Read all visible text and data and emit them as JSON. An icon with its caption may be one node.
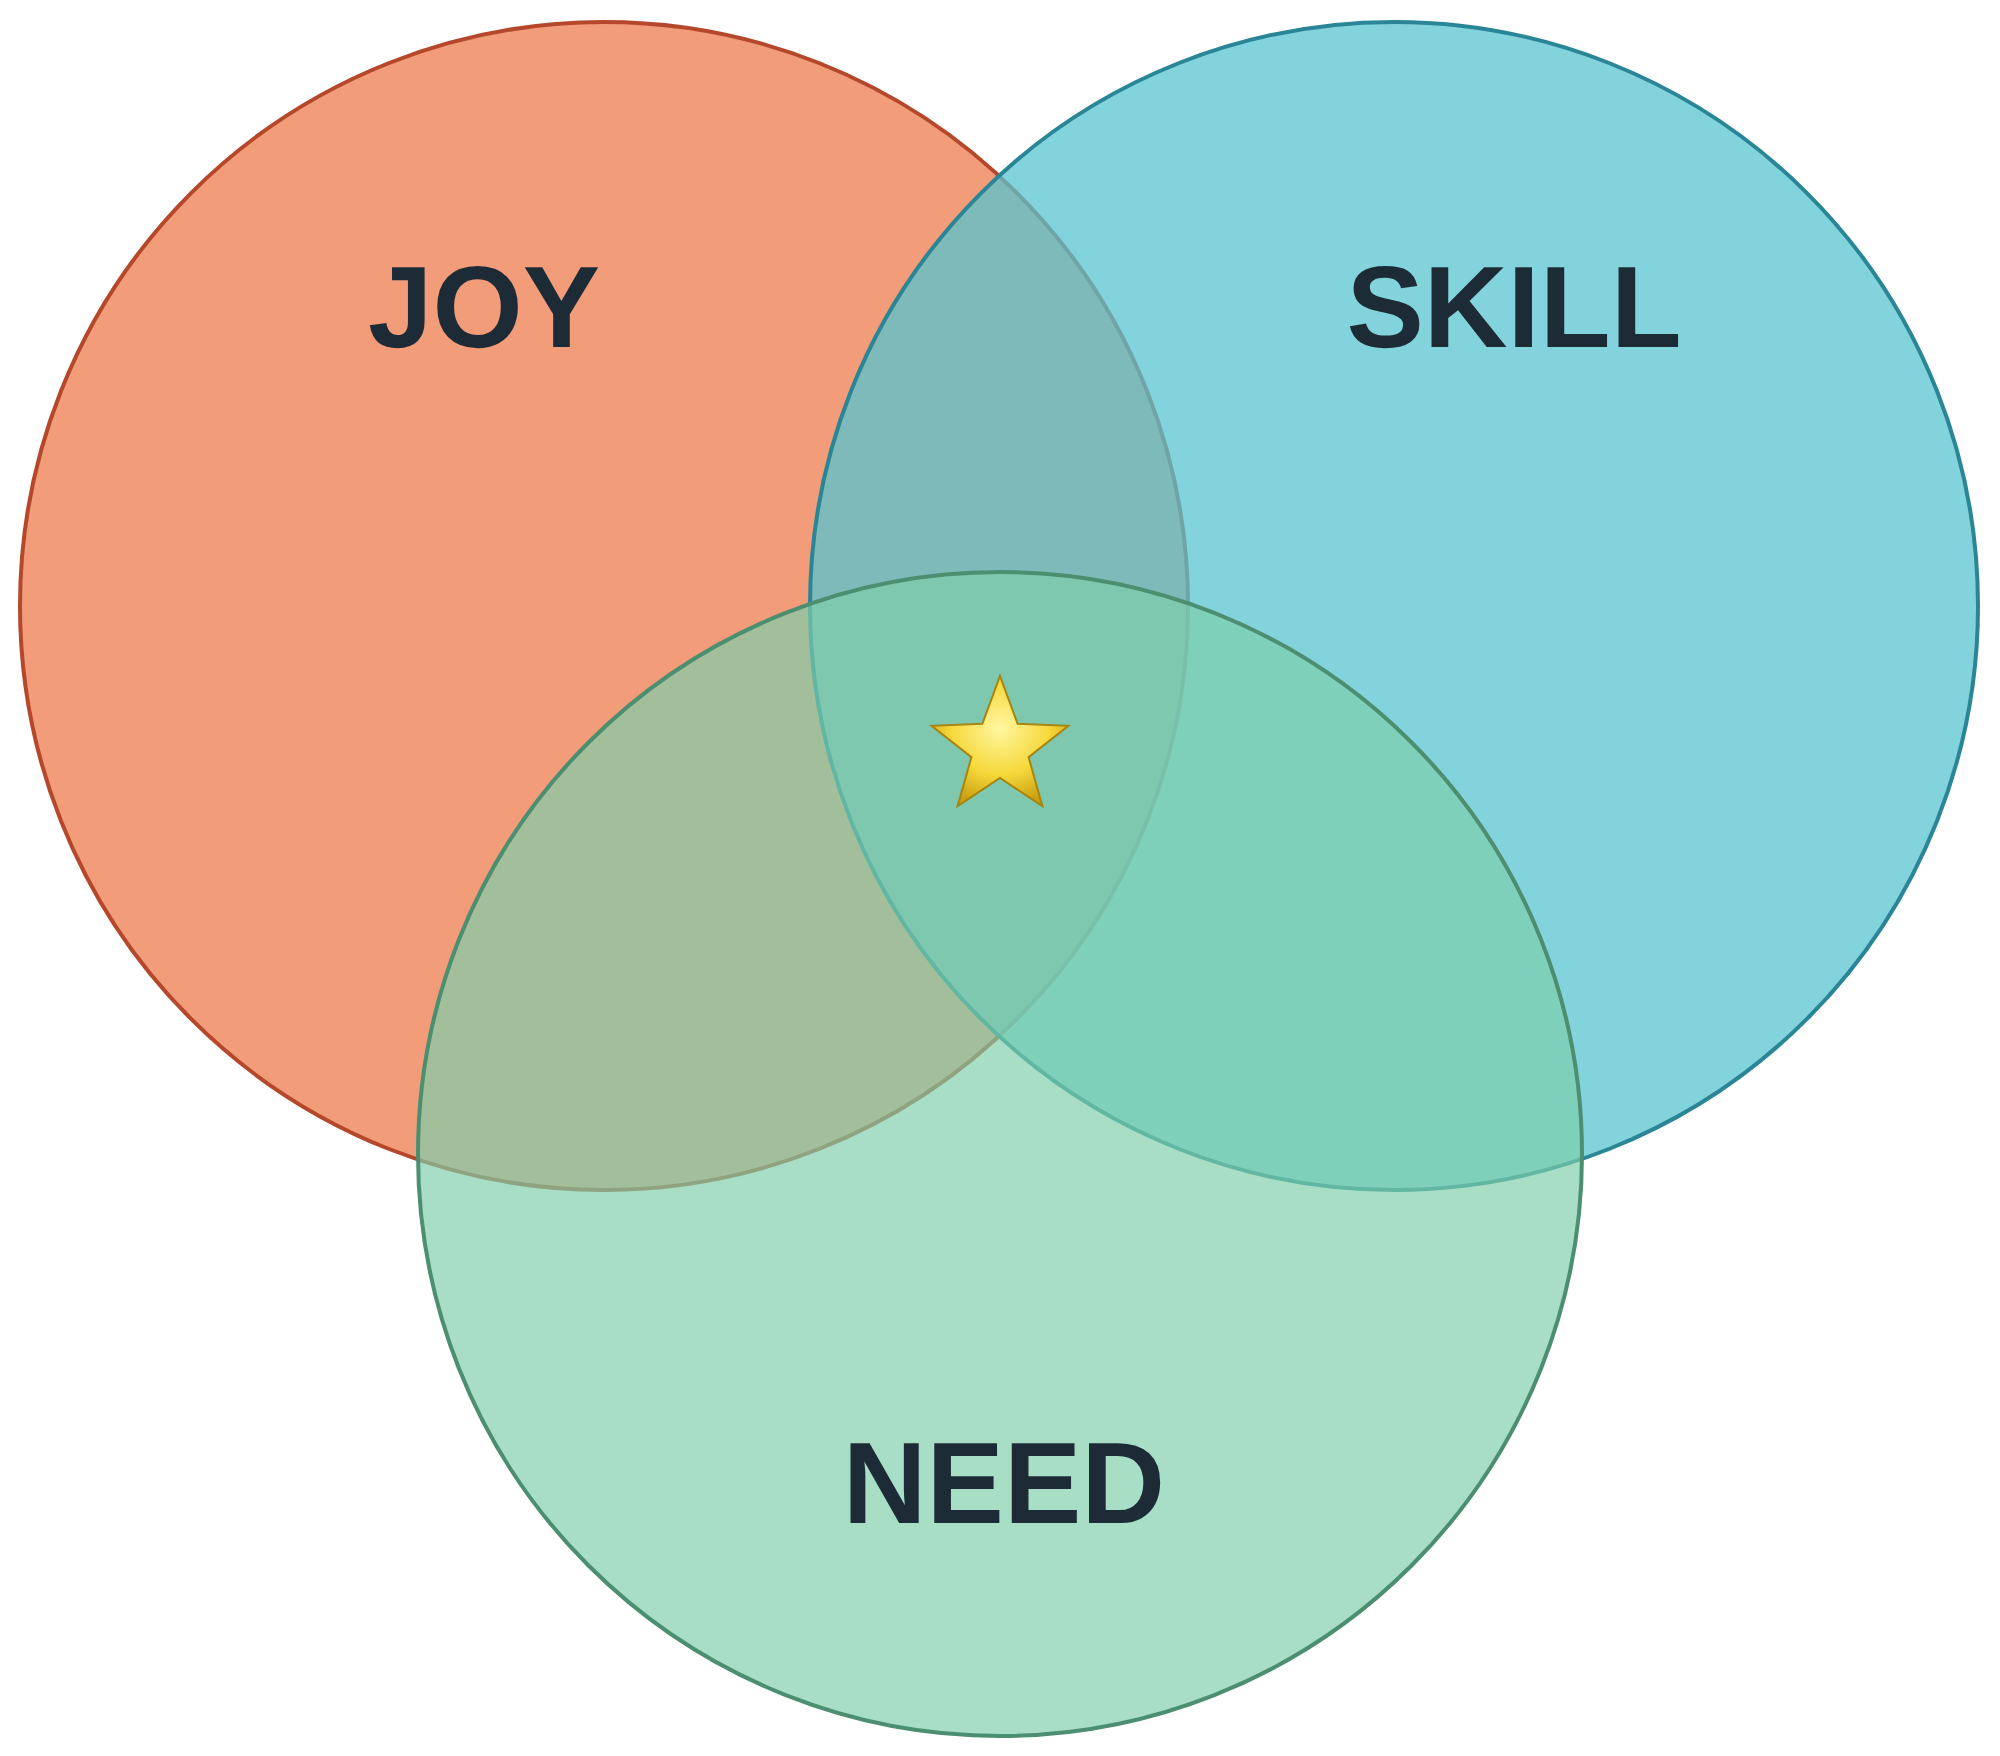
{
  "diagram": {
    "nodes": [
      {
        "text": [
          "JOY"
        ]
      },
      {
        "text": [
          "SKILL"
        ]
      },
      {
        "text": [
          "NEED"
        ]
      }
    ]
  }
}
